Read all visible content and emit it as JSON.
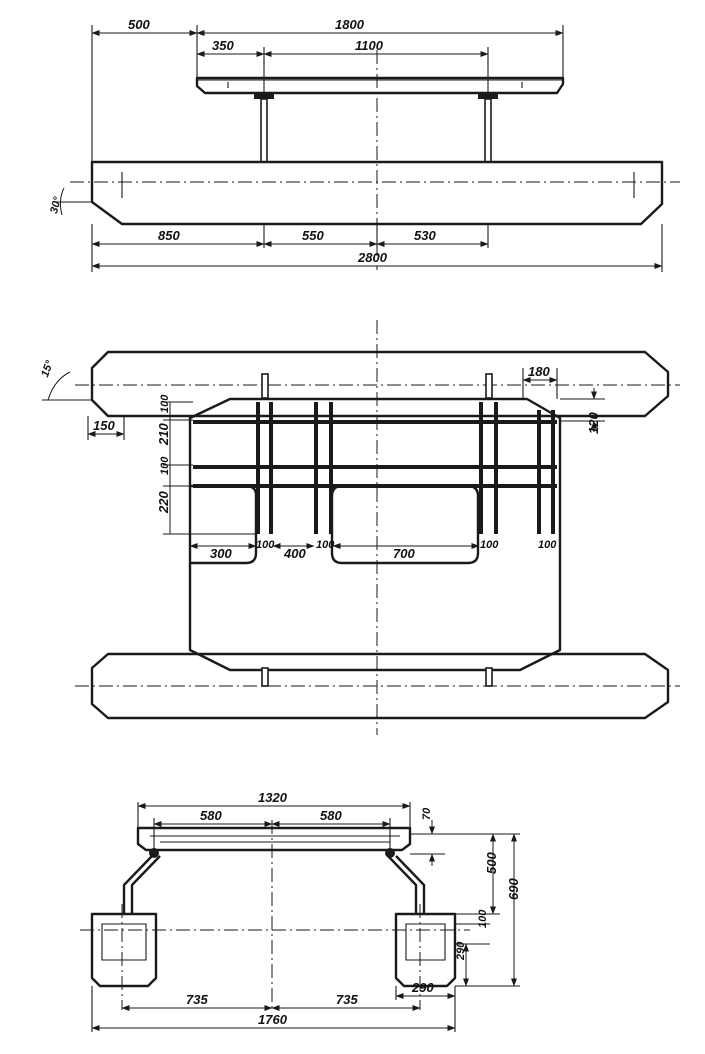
{
  "views": {
    "side": {
      "dims": {
        "overall_top": "1800",
        "offset_left": "500",
        "support_offset": "350",
        "support_span": "1100",
        "bottom_left": "850",
        "bottom_mid": "550",
        "bottom_right": "530",
        "overall_bottom": "2800",
        "bow_angle": "30°"
      }
    },
    "plan": {
      "dims": {
        "bow_angle": "15°",
        "bow_len": "150",
        "ear_width": "180",
        "ear_depth": "120",
        "row_1": "100",
        "row_2": "210",
        "row_3": "100",
        "row_4": "220",
        "gap_1": "300",
        "bar_1": "100",
        "gap_2": "400",
        "bar_2": "100",
        "gap_3": "700",
        "bar_3": "100",
        "bar_4": "100"
      }
    },
    "front": {
      "dims": {
        "top_width": "1320",
        "half_left": "580",
        "half_right": "580",
        "deck_thick": "70",
        "height_deck": "500",
        "height_total": "690",
        "float_top": "100",
        "float_h": "290",
        "float_w": "290",
        "base_left": "735",
        "base_right": "735",
        "base_total": "1760"
      }
    }
  }
}
